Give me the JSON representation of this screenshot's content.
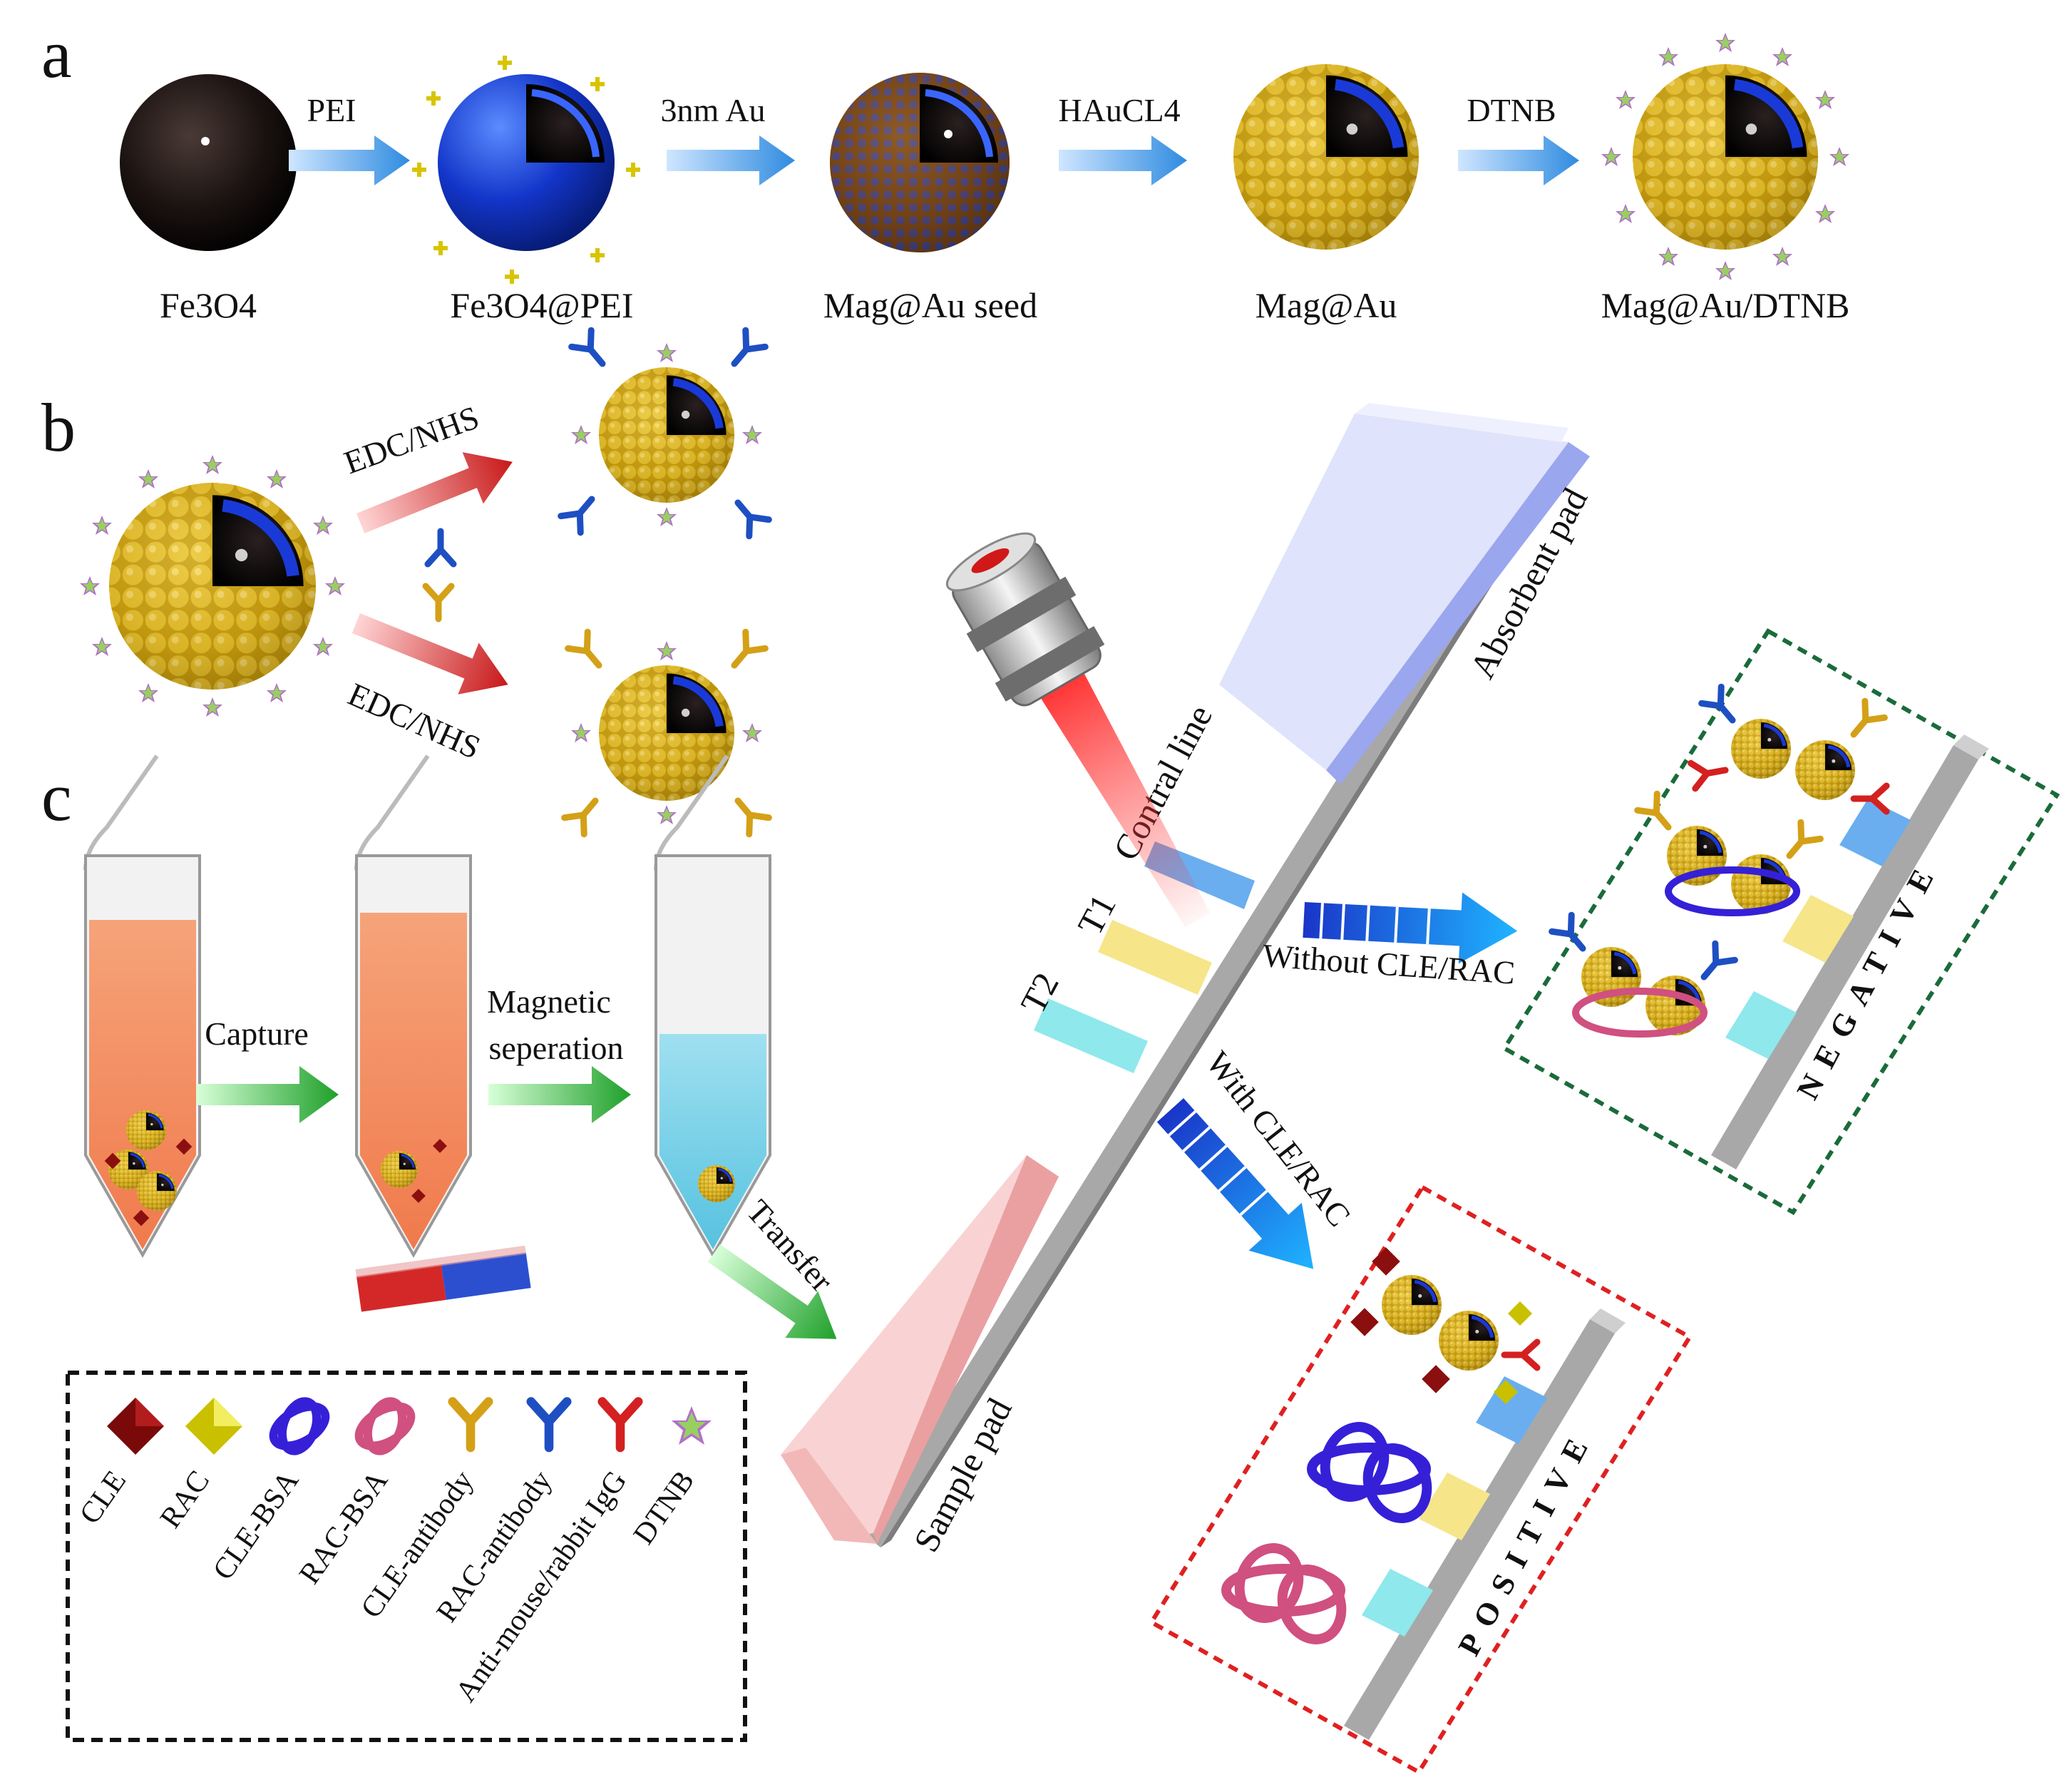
{
  "panels": {
    "a": "a",
    "b": "b",
    "c": "c"
  },
  "synthesis": {
    "particles": [
      "Fe3O4",
      "Fe3O4@PEI",
      "Mag@Au seed",
      "Mag@Au",
      "Mag@Au/DTNB"
    ],
    "arrows": [
      "PEI",
      "3nm Au",
      "HAuCL4",
      "DTNB"
    ]
  },
  "conjugation": {
    "top_arrow": "EDC/NHS",
    "bottom_arrow": "EDC/NHS"
  },
  "separation": {
    "steps": [
      "Capture",
      "Magnetic",
      "seperation"
    ],
    "transfer": "Transfer"
  },
  "strip": {
    "absorbent_pad": "Absorbent pad",
    "sample_pad": "Sample pad",
    "control_line": "Contral line",
    "t1": "T1",
    "t2": "T2"
  },
  "results": {
    "without": "Without CLE/RAC",
    "with": "With CLE/RAC",
    "negative": "NEGATIVE",
    "positive": "POSITIVE"
  },
  "legend": {
    "items": [
      "CLE",
      "RAC",
      "CLE-BSA",
      "RAC-BSA",
      "CLE-antibody",
      "RAC-antibody",
      "Anti-mouse/rabbit IgG",
      "DTNB"
    ]
  },
  "colors": {
    "gold": "#c9a010",
    "blue_antibody": "#1e4fc2",
    "gold_antibody": "#d4a017",
    "red_antibody": "#d42020",
    "control_line": "#6aaef0",
    "t1_line": "#f7e58a",
    "t2_line": "#8fe8ec",
    "negative_box": "#1a6b3a",
    "positive_box": "#e02020"
  }
}
